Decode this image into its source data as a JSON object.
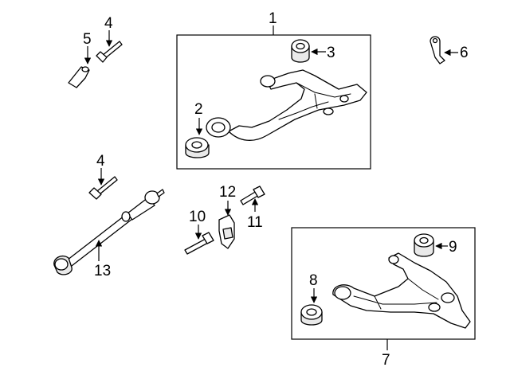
{
  "callouts": {
    "c1": "1",
    "c2": "2",
    "c3": "3",
    "c4a": "4",
    "c4b": "4",
    "c5": "5",
    "c6": "6",
    "c7": "7",
    "c8": "8",
    "c9": "9",
    "c10": "10",
    "c11": "11",
    "c12": "12",
    "c13": "13"
  },
  "colors": {
    "line": "#000000",
    "background": "#ffffff",
    "shade": "#e9e9e9"
  }
}
